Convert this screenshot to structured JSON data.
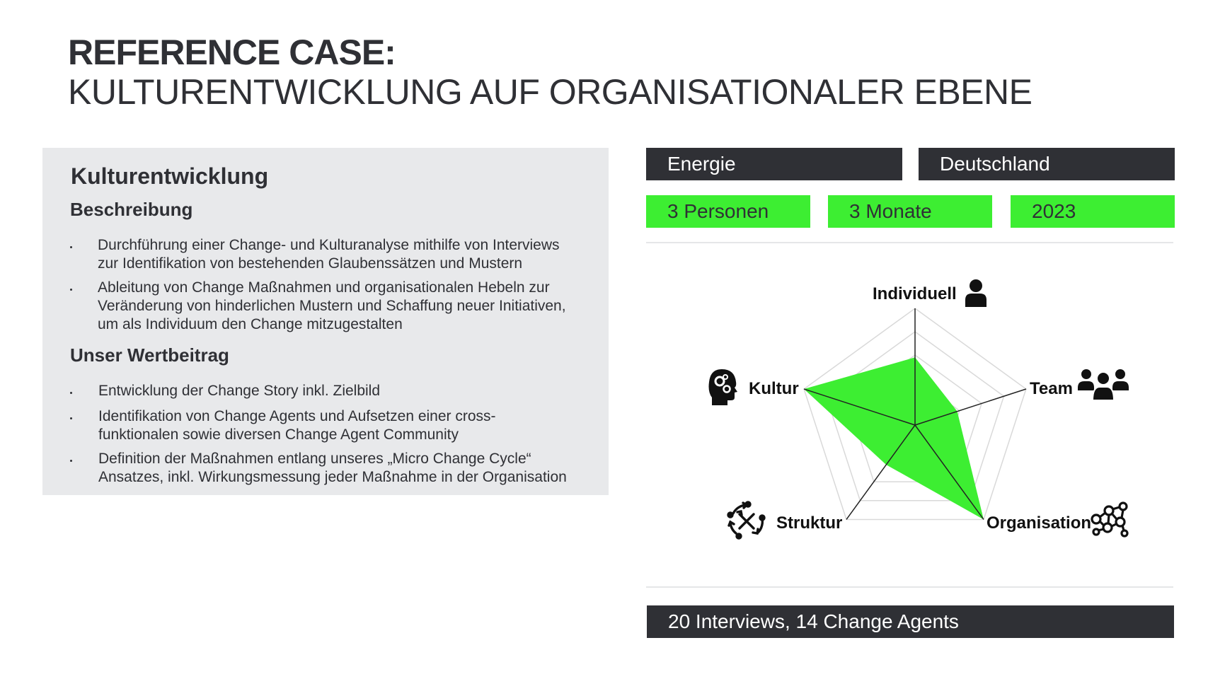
{
  "header": {
    "title_line1": "REFERENCE CASE:",
    "title_line2": "KULTURENTWICKLUNG AUF ORGANISATIONALER EBENE"
  },
  "panel": {
    "title": "Kulturentwicklung",
    "sections": [
      {
        "heading": "Beschreibung",
        "bullets": [
          [
            "Durchführung einer Change- und Kulturanalyse mithilfe von Interviews",
            "zur Identifikation von bestehenden Glaubenssätzen und Mustern"
          ],
          [
            "Ableitung von Change Maßnahmen und organisationalen Hebeln zur",
            "Veränderung von hinderlichen Mustern und Schaffung neuer Initiativen,",
            "um als Individuum den Change mitzugestalten"
          ]
        ]
      },
      {
        "heading": "Unser Wertbeitrag",
        "bullets": [
          [
            "Entwicklung der Change Story inkl. Zielbild"
          ],
          [
            "Identifikation von Change Agents und Aufsetzen einer cross-",
            "funktionalen sowie diversen Change Agent Community"
          ],
          [
            "Definition der Maßnahmen entlang unseres „Micro Change Cycle“",
            "Ansatzes, inkl. Wirkungsmessung jeder Maßnahme in der Organisation"
          ]
        ]
      }
    ]
  },
  "tags": {
    "industry": "Energie",
    "country": "Deutschland",
    "people": "3 Personen",
    "duration": "3 Monate",
    "year": "2023",
    "summary": "20 Interviews, 14 Change Agents"
  },
  "chart_data": {
    "type": "radar",
    "axes": [
      "Individuell",
      "Team",
      "Organisation",
      "Struktur",
      "Kultur"
    ],
    "series": [
      {
        "values": [
          0.58,
          0.38,
          1.0,
          0.42,
          1.0
        ]
      }
    ],
    "range": [
      0,
      1
    ],
    "grid_levels": 5,
    "colors": {
      "fill": "#3dee32",
      "grid": "#d9d9d9",
      "axis": "#222222"
    }
  },
  "icons": {
    "individuell": "person-icon",
    "team": "group-icon",
    "organisation": "network-icon",
    "struktur": "tools-cycle-icon",
    "kultur": "head-gears-icon"
  },
  "colors": {
    "dark": "#2f3035",
    "accent": "#3dee32",
    "panel": "#e8e9eb"
  }
}
